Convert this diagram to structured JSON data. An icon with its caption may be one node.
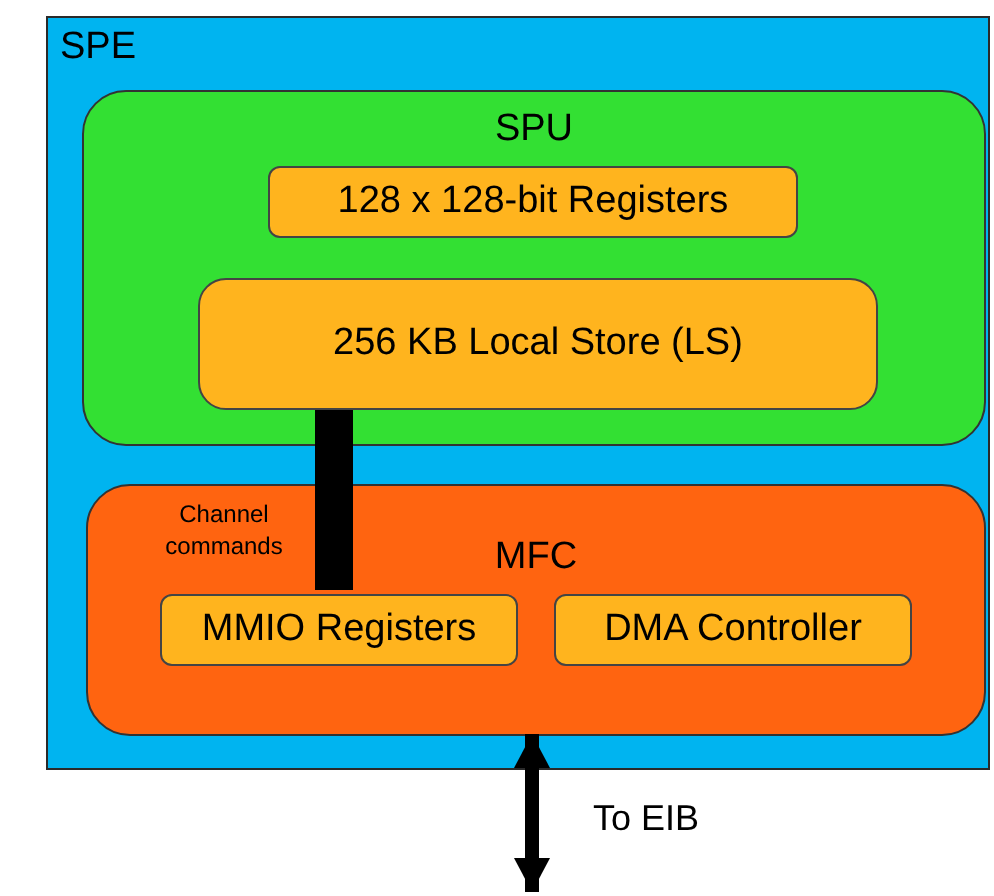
{
  "diagram": {
    "nodes": [
      {
        "text": [
          "SPE"
        ]
      },
      {
        "text": [
          "SPU"
        ],
        "in": 0
      },
      {
        "text": [
          "128 x 128-bit Registers"
        ],
        "in": 1
      },
      {
        "text": [
          "256 KB Local Store (LS)"
        ],
        "in": 1
      },
      {
        "text": [
          "MFC"
        ],
        "in": 0
      },
      {
        "text": [
          "MMIO Registers"
        ],
        "in": 4
      },
      {
        "text": [
          "DMA Controller"
        ],
        "in": 4
      }
    ],
    "edges": [
      {
        "from": 3,
        "to": 5,
        "arrow": "none",
        "label": "Channel commands",
        "style": "thick"
      },
      {
        "from": 4,
        "to": null,
        "arrow": "both",
        "label": "To EIB"
      }
    ]
  }
}
